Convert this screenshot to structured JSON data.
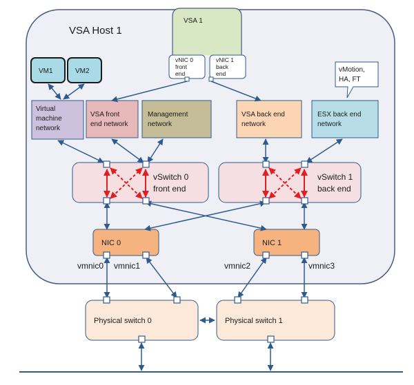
{
  "host": {
    "title": "VSA Host 1"
  },
  "vsa": {
    "title": "VSA 1",
    "vnic0": [
      "vNIC 0",
      "front",
      "end"
    ],
    "vnic1": [
      "vNIC 1",
      "back",
      "end"
    ]
  },
  "vms": [
    "VM1",
    "VM2"
  ],
  "vmotion_note": [
    "vMotion,",
    "HA, FT"
  ],
  "networks": {
    "vm": [
      "Virtual",
      "machine",
      "network"
    ],
    "vsa_front": [
      "VSA front",
      "end network"
    ],
    "management": [
      "Management",
      "network"
    ],
    "vsa_back": [
      "VSA back end",
      "network"
    ],
    "esx_back": [
      "ESX back end",
      "network"
    ]
  },
  "vswitch0": [
    "vSwitch 0",
    "front end"
  ],
  "vswitch1": [
    "vSwitch 1",
    "back end"
  ],
  "nic0": "NIC 0",
  "nic1": "NIC 1",
  "vmnics": [
    "vmnic0",
    "vmnic1",
    "vmnic2",
    "vmnic3"
  ],
  "physical_switch_0": "Physical switch 0",
  "physical_switch_1": "Physical switch 1",
  "colors": {
    "host_fill": "#eef0f6",
    "host_stroke": "#4a5a80",
    "vsa_fill": "#d9e8c4",
    "vm_fill": "#a9dbe6",
    "vm_network_fill": "#cdc1de",
    "vsa_front_fill": "#e6b9b8",
    "management_fill": "#c4bd97",
    "vsa_back_fill": "#fcd5b4",
    "esx_back_fill": "#b7dee8",
    "vswitch_fill": "#f5dfe3",
    "nic_fill": "#f6b27f",
    "physical_switch_fill": "#fde9d9",
    "line": "#2e5a8e",
    "cross": "#e02020"
  }
}
